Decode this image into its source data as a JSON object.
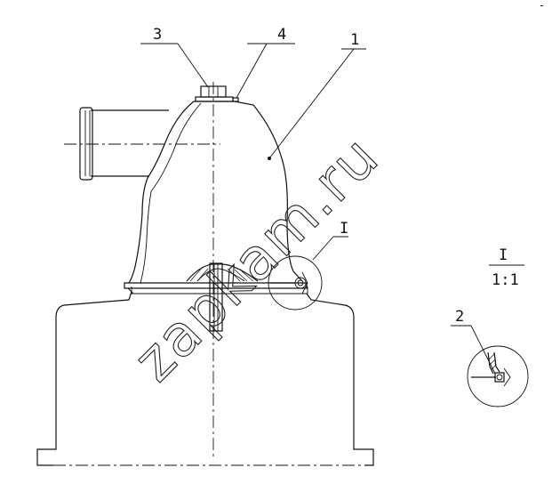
{
  "callouts": [
    {
      "id": "callout-1",
      "text": "1"
    },
    {
      "id": "callout-2",
      "text": "2"
    },
    {
      "id": "callout-3",
      "text": "3"
    },
    {
      "id": "callout-4",
      "text": "4"
    }
  ],
  "detail_view": {
    "name": "I",
    "scale": "1:1"
  },
  "section_marker": "I",
  "watermark": "zapkam.ru",
  "corner_mark": "-"
}
